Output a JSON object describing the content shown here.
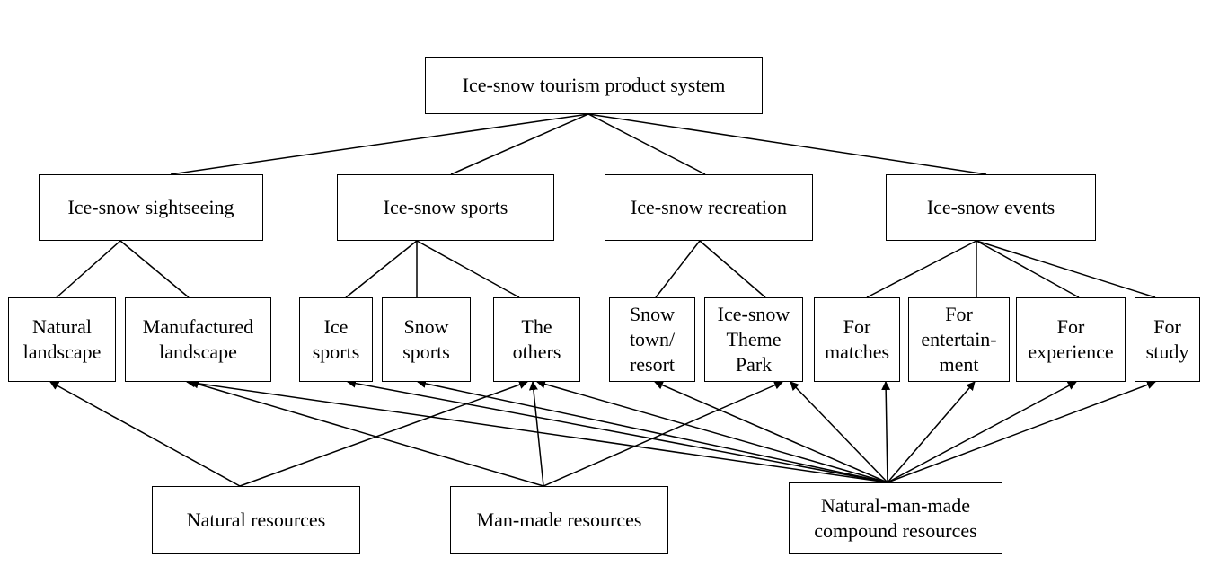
{
  "root": {
    "label": "Ice-snow tourism product system"
  },
  "categories": [
    {
      "label": "Ice-snow sightseeing"
    },
    {
      "label": "Ice-snow sports"
    },
    {
      "label": "Ice-snow recreation"
    },
    {
      "label": "Ice-snow events"
    }
  ],
  "products": [
    {
      "label": "Natural\nlandscape"
    },
    {
      "label": "Manufactured\nlandscape"
    },
    {
      "label": "Ice\nsports"
    },
    {
      "label": "Snow\nsports"
    },
    {
      "label": "The\nothers"
    },
    {
      "label": "Snow\ntown/\nresort"
    },
    {
      "label": "Ice-snow\nTheme\nPark"
    },
    {
      "label": "For\nmatches"
    },
    {
      "label": "For\nentertain-\nment"
    },
    {
      "label": "For\nexperience"
    },
    {
      "label": "For\nstudy"
    }
  ],
  "resources": [
    {
      "label": "Natural resources"
    },
    {
      "label": "Man-made resources"
    },
    {
      "label": "Natural-man-made\ncompound resources"
    }
  ]
}
